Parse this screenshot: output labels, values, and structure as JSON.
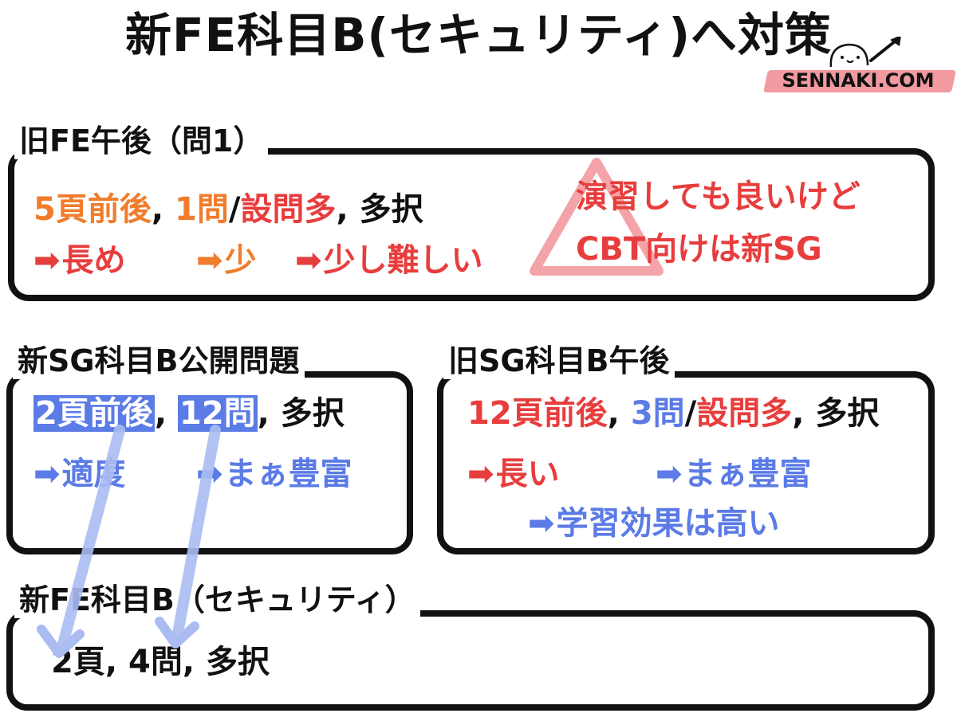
{
  "colors": {
    "orange": "#f07c2c",
    "red": "#e83d3d",
    "blue": "#5b7be6",
    "black": "#111111",
    "triangle": "#f4a3a8",
    "flow_arrow": "#aabcf2",
    "brand_bg": "#f19aa0"
  },
  "title": "新FE科目B(セキュリティ)へ対策",
  "brand": {
    "text": "SENNAKI.COM",
    "mascot_icon": "doodle-face-with-brush-icon"
  },
  "old_fe": {
    "label": "旧FE午後（問1）",
    "row1": {
      "pages": "5頁前後",
      "sep1": ",",
      "questions": "1問",
      "slash": "/",
      "subq": "設問多",
      "sep2": ",",
      "choice": "多択"
    },
    "row2": {
      "arrow": "➡",
      "long": "長め",
      "few": "少",
      "hard": "少し難しい"
    },
    "triangle_icon": "warning-triangle-icon",
    "note_line1": "演習しても良いけど",
    "note_line2": "CBT向けは新SG"
  },
  "new_sg": {
    "label": "新SG科目B公開問題",
    "row1": {
      "pages": "2頁前後",
      "sep1": ",",
      "questions": "12問",
      "sep2": ",",
      "choice": "多択"
    },
    "row2": {
      "arrow": "➡",
      "moderate": "適度",
      "rich": "まぁ豊富"
    }
  },
  "old_sg": {
    "label": "旧SG科目B午後",
    "row1": {
      "pages": "12頁前後",
      "sep1": ",",
      "questions": "3問",
      "slash": "/",
      "subq": "設問多",
      "sep2": ",",
      "choice": "多択"
    },
    "row2": {
      "arrow": "➡",
      "long": "長い",
      "rich": "まぁ豊富",
      "effect": "学習効果は高い"
    }
  },
  "new_fe_sec": {
    "label": "新FE科目B（セキュリティ）",
    "row1": {
      "pages": "2頁",
      "sep1": ",",
      "questions": "4問",
      "sep2": ",",
      "choice": "多択"
    }
  }
}
